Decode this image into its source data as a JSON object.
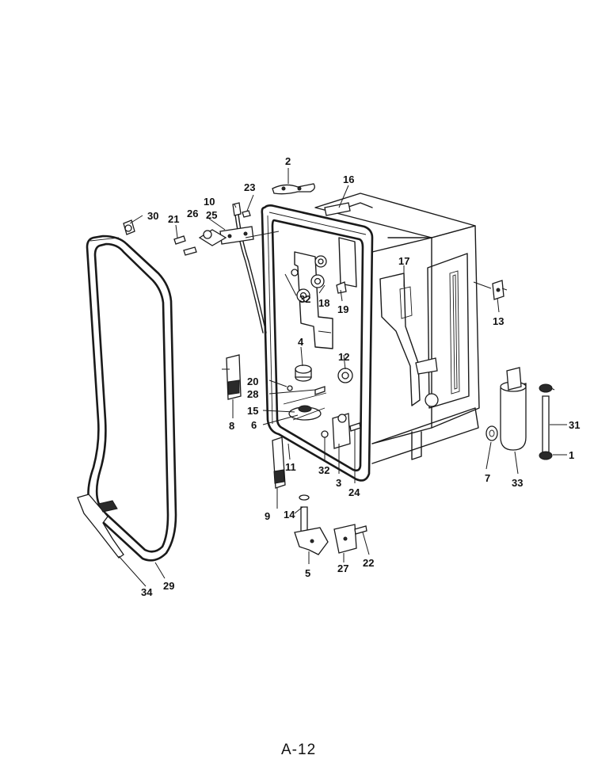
{
  "page_label": "A-12",
  "callouts": {
    "c1": "1",
    "c2": "2",
    "c3": "3",
    "c4": "4",
    "c5": "5",
    "c6": "6",
    "c7": "7",
    "c8": "8",
    "c9": "9",
    "c10": "10",
    "c11": "11",
    "c12": "12",
    "c13": "13",
    "c14": "14",
    "c15": "15",
    "c16": "16",
    "c17": "17",
    "c18": "18",
    "c19": "19",
    "c20": "20",
    "c21": "21",
    "c22": "22",
    "c23": "23",
    "c24": "24",
    "c25": "25",
    "c26": "26",
    "c27": "27",
    "c28": "28",
    "c29": "29",
    "c30": "30",
    "c31": "31",
    "c32a": "32",
    "c32b": "32",
    "c33": "33",
    "c34": "34"
  }
}
